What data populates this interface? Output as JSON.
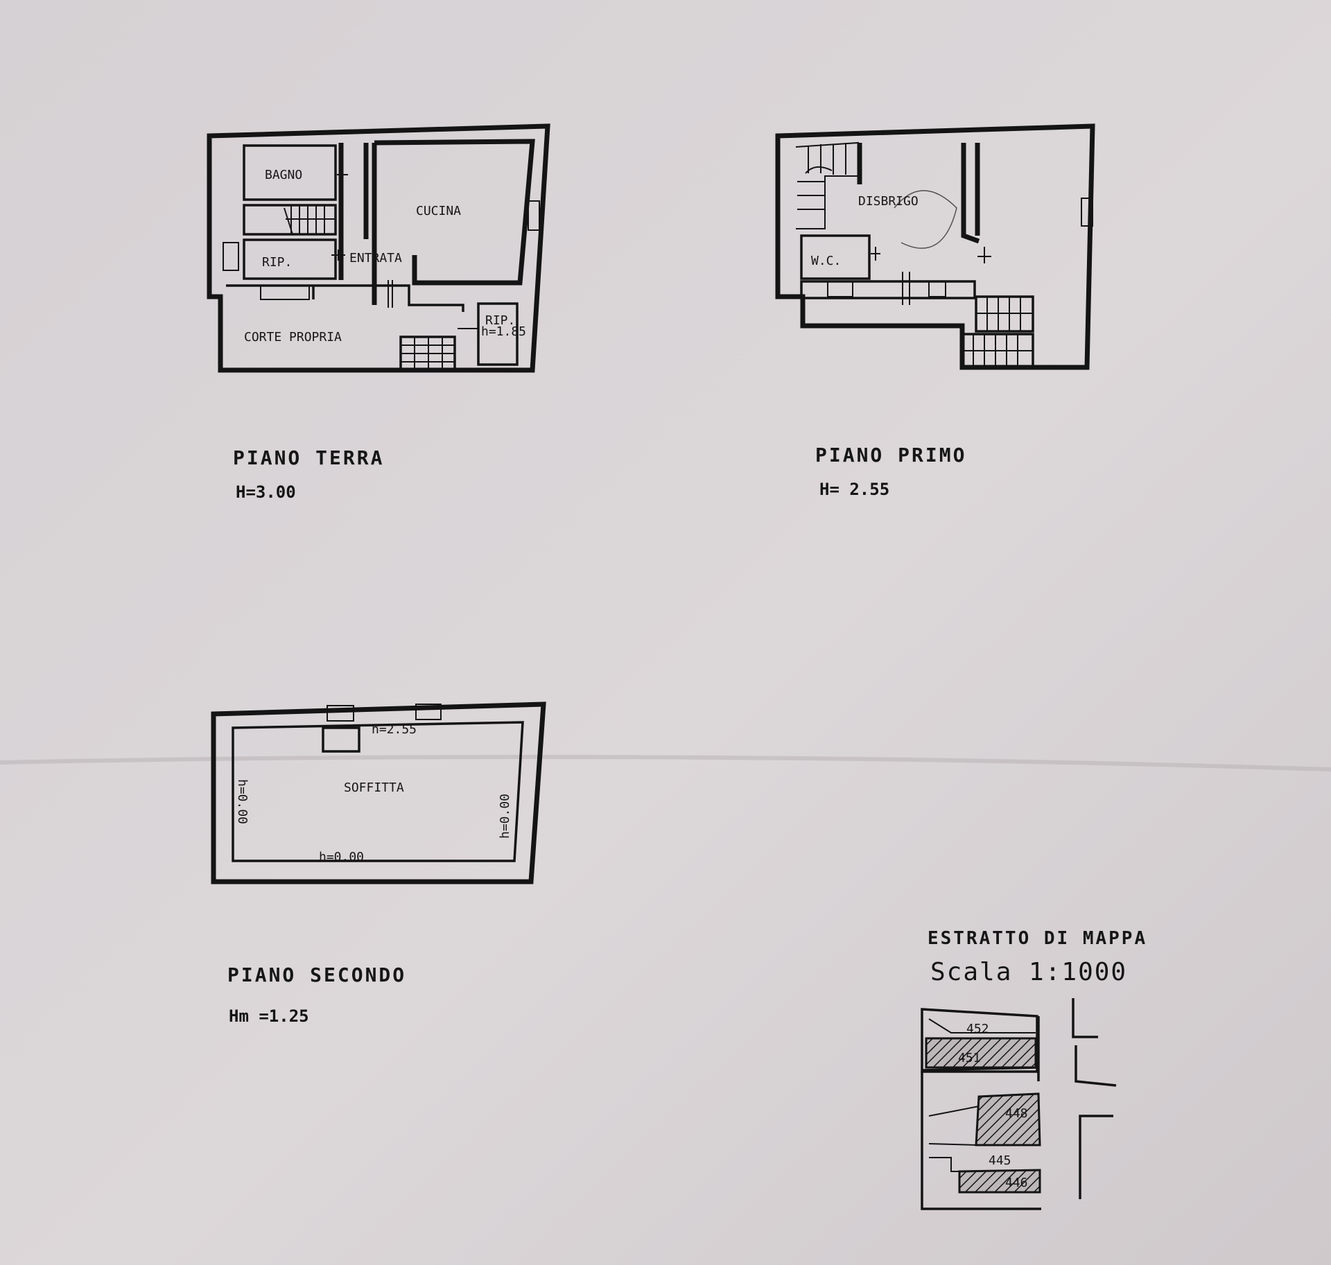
{
  "floors": {
    "ground": {
      "title": "PIANO TERRA",
      "height": "H=3.00",
      "rooms": {
        "bagno": "BAGNO",
        "cucina": "CUCINA",
        "rip": "RIP.",
        "entrata": "ENTRATA",
        "corte": "CORTE PROPRIA",
        "rip2": "RIP.",
        "rip2_h": "h=1.85"
      }
    },
    "first": {
      "title": "PIANO PRIMO",
      "height": "H= 2.55",
      "rooms": {
        "disbrigo": "DISBRIGO",
        "wc": "W.C."
      }
    },
    "second": {
      "title": "PIANO SECONDO",
      "height": "Hm =1.25",
      "rooms": {
        "soffitta": "SOFFITTA",
        "h_top": "h=2.55",
        "h_left": "h=0.00",
        "h_right": "h=0.00",
        "h_bottom": "h=0.00"
      }
    }
  },
  "map_extract": {
    "title": "ESTRATTO DI MAPPA",
    "scale": "Scala 1:1000",
    "parcels": [
      "452",
      "451",
      "448",
      "445",
      "446"
    ]
  }
}
